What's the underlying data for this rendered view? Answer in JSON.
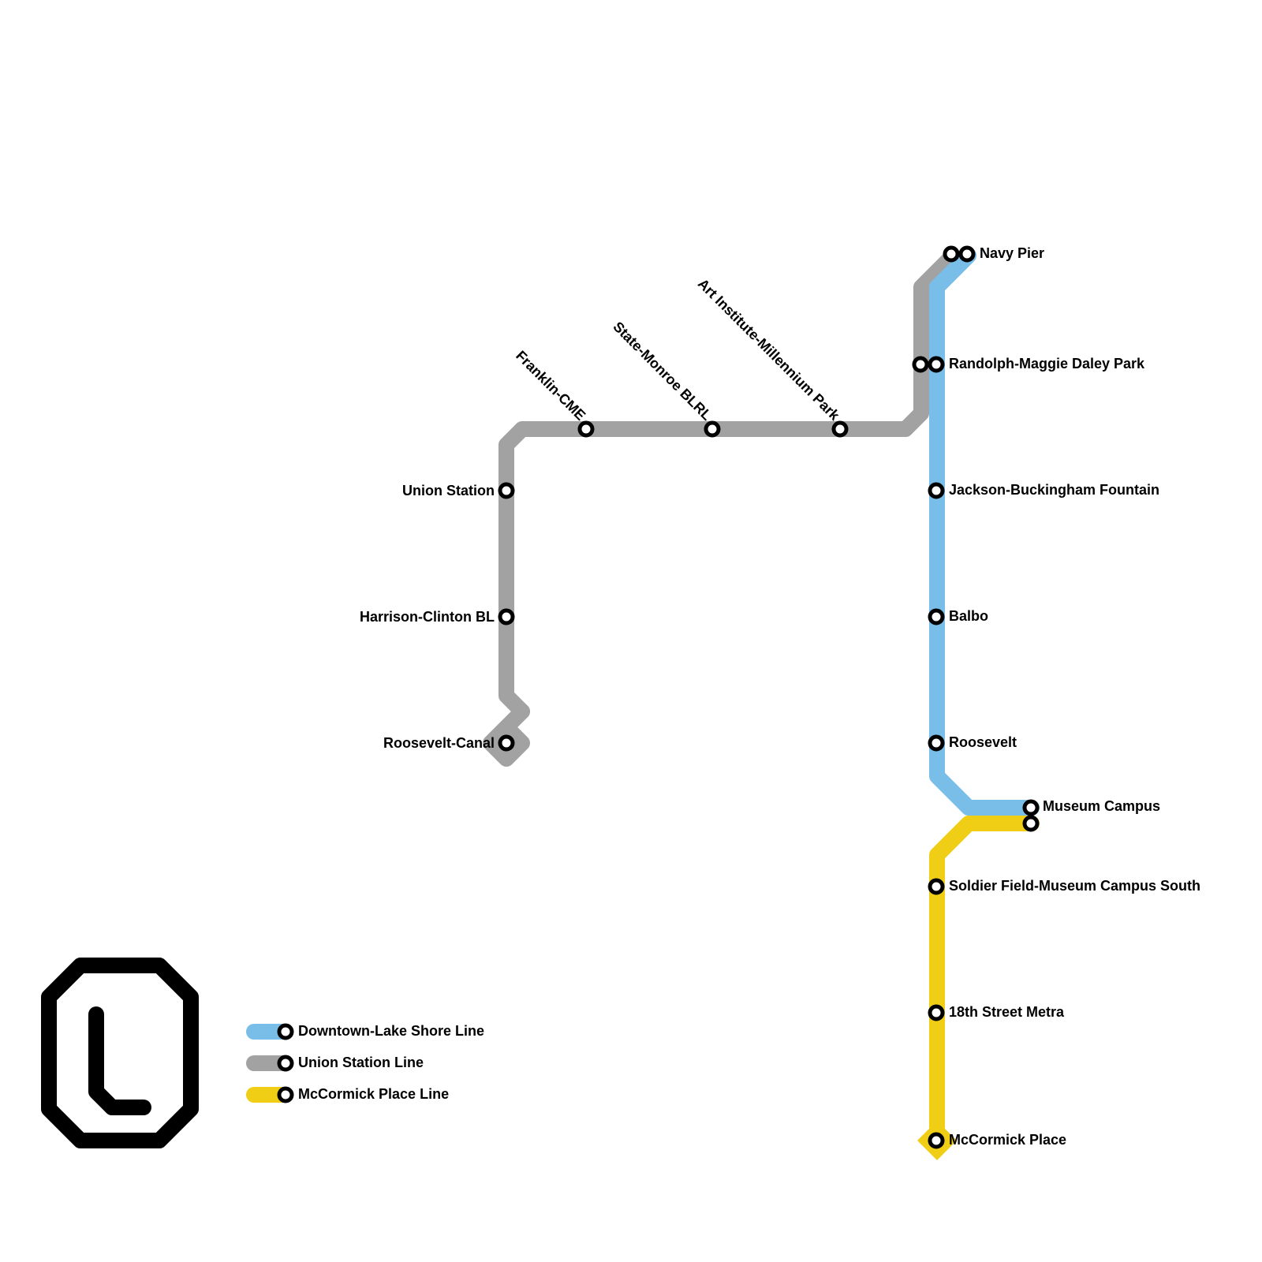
{
  "lines": [
    {
      "name": "Downtown-Lake Shore Line",
      "color": "#79bde9"
    },
    {
      "name": "Union Station Line",
      "color": "#a2a2a2"
    },
    {
      "name": "McCormick Place Line",
      "color": "#f0ce15"
    }
  ],
  "stations": {
    "union_station": "Union Station",
    "harrison_clinton": "Harrison-Clinton BL",
    "roosevelt_canal": "Roosevelt-Canal",
    "franklin_cme": "Franklin-CME",
    "state_monroe": "State-Monroe BLRL",
    "art_institute": "Art Institute-Millennium Park",
    "navy_pier": "Navy Pier",
    "randolph": "Randolph-Maggie Daley Park",
    "jackson": "Jackson-Buckingham Fountain",
    "balbo": "Balbo",
    "roosevelt": "Roosevelt",
    "museum_campus": "Museum Campus",
    "soldier_field": "Soldier Field-Museum Campus South",
    "eighteenth": "18th Street Metra",
    "mccormick": "McCormick Place"
  },
  "logo": {
    "letter": "L",
    "icon": "cta-l-logo-icon"
  }
}
